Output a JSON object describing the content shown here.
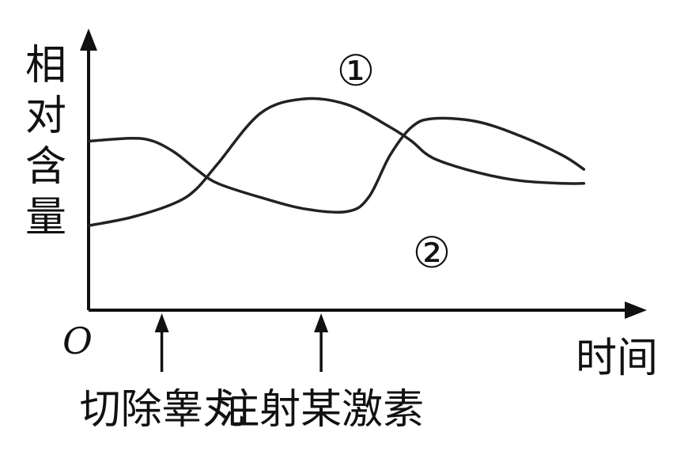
{
  "chart_data": {
    "type": "line",
    "ylabel": "相对含量",
    "xlabel": "时间",
    "origin_label": "O",
    "series": [
      {
        "name": "①",
        "x": [
          0,
          1,
          2,
          2.5,
          3,
          4,
          5,
          6,
          7,
          7.5,
          8,
          9,
          10,
          11,
          11.5
        ],
        "values": [
          3.0,
          3.3,
          3.8,
          4.3,
          5.2,
          7.0,
          7.5,
          7.3,
          6.5,
          6.0,
          5.4,
          4.9,
          4.6,
          4.5,
          4.5
        ]
      },
      {
        "name": "②",
        "x": [
          0,
          1,
          1.5,
          2,
          2.5,
          3,
          4,
          5,
          6,
          6.5,
          7,
          7.5,
          8,
          9,
          10,
          11,
          11.5
        ],
        "values": [
          6.0,
          6.1,
          6.0,
          5.6,
          5.0,
          4.5,
          4.0,
          3.6,
          3.5,
          4.0,
          5.5,
          6.5,
          6.8,
          6.7,
          6.2,
          5.5,
          5.0
        ]
      }
    ],
    "annotations": [
      {
        "text": "切除睾丸",
        "x": 1.7
      },
      {
        "text": "注射某激素",
        "x": 5.4
      }
    ],
    "xlim": [
      0,
      13
    ],
    "ylim": [
      0,
      10
    ],
    "grid": false,
    "ticks": false
  }
}
